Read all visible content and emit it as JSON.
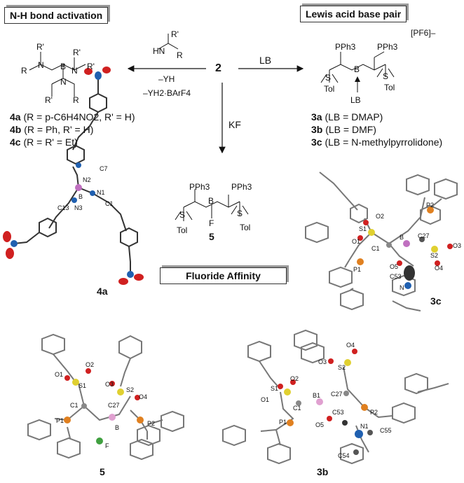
{
  "boxes": {
    "nh": "N-H bond activation",
    "lewis": "Lewis acid base pair",
    "fluoride": "Fluoride Affinity"
  },
  "center": {
    "compound": "2"
  },
  "arrows": {
    "left_top": "HN",
    "left_r1": "R'",
    "left_r2": "R",
    "left_yh": "–YH",
    "left_yh2": "–YH2·BArF4",
    "right": "LB",
    "down": "KF"
  },
  "left_list": [
    {
      "num": "4a",
      "text": "(R = p-C6H4NO2, R' = H)"
    },
    {
      "num": "4b",
      "text": "(R = Ph, R' = H)"
    },
    {
      "num": "4c",
      "text": "(R = R' = Et)"
    }
  ],
  "right_list": [
    {
      "num": "3a",
      "text": "(LB = DMAP)"
    },
    {
      "num": "3b",
      "text": "(LB = DMF)"
    },
    {
      "num": "3c",
      "text": "(LB = N-methylpyrrolidone)"
    }
  ],
  "struct_labels": {
    "pf6": "[PF6]–",
    "pph3": "PPh3",
    "tol": "Tol",
    "lb": "LB",
    "f": "F",
    "b": "B",
    "s": "S",
    "o": "O",
    "n": "N",
    "r": "R",
    "rp": "R'",
    "five": "5"
  },
  "panels": {
    "p4a": "4a",
    "p3c": "3c",
    "p5": "5",
    "p3b": "3b"
  },
  "atoms_4a": [
    "C7",
    "N2",
    "B",
    "N1",
    "C1",
    "C13",
    "N3"
  ],
  "atoms_3c": [
    "P2",
    "O2",
    "S1",
    "B",
    "C27",
    "O1",
    "C1",
    "S2",
    "O3",
    "P1",
    "O5",
    "O4",
    "C53",
    "N"
  ],
  "atoms_5": [
    "O1",
    "O2",
    "S1",
    "O3",
    "S2",
    "C1",
    "C27",
    "O4",
    "P1",
    "B",
    "P2",
    "F"
  ],
  "atoms_3b": [
    "O3",
    "O4",
    "S2",
    "O2",
    "S1",
    "C27",
    "B1",
    "O1",
    "C1",
    "P2",
    "C53",
    "P1",
    "O5",
    "N1",
    "C55",
    "C54"
  ]
}
